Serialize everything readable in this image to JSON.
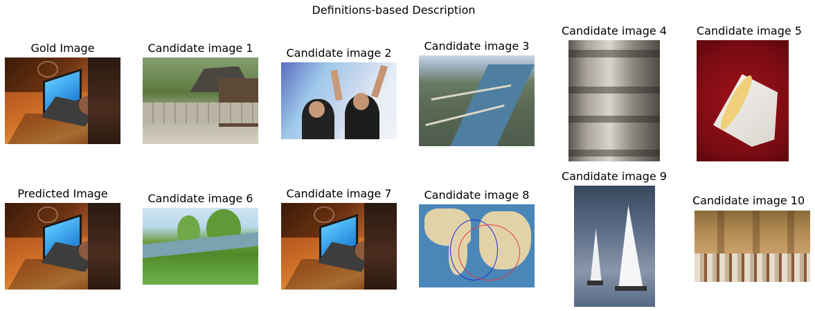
{
  "title": "Definitions-based Description",
  "panels": {
    "gold": {
      "label": "Gold Image",
      "icon": "laptop-scene-image"
    },
    "c1": {
      "label": "Candidate image 1",
      "icon": "temple-image"
    },
    "c2": {
      "label": "Candidate image 2",
      "icon": "dj-performers-image"
    },
    "c3": {
      "label": "Candidate image 3",
      "icon": "aerial-coast-image"
    },
    "c4": {
      "label": "Candidate image 4",
      "icon": "metal-keg-image"
    },
    "c5": {
      "label": "Candidate image 5",
      "icon": "white-moth-image"
    },
    "predicted": {
      "label": "Predicted Image",
      "icon": "laptop-scene-image"
    },
    "c6": {
      "label": "Candidate image 6",
      "icon": "river-landscape-image"
    },
    "c7": {
      "label": "Candidate image 7",
      "icon": "laptop-scene-image"
    },
    "c8": {
      "label": "Candidate image 8",
      "icon": "world-map-image"
    },
    "c9": {
      "label": "Candidate image 9",
      "icon": "sailboats-image"
    },
    "c10": {
      "label": "Candidate image 10",
      "icon": "fresco-painting-image"
    }
  }
}
